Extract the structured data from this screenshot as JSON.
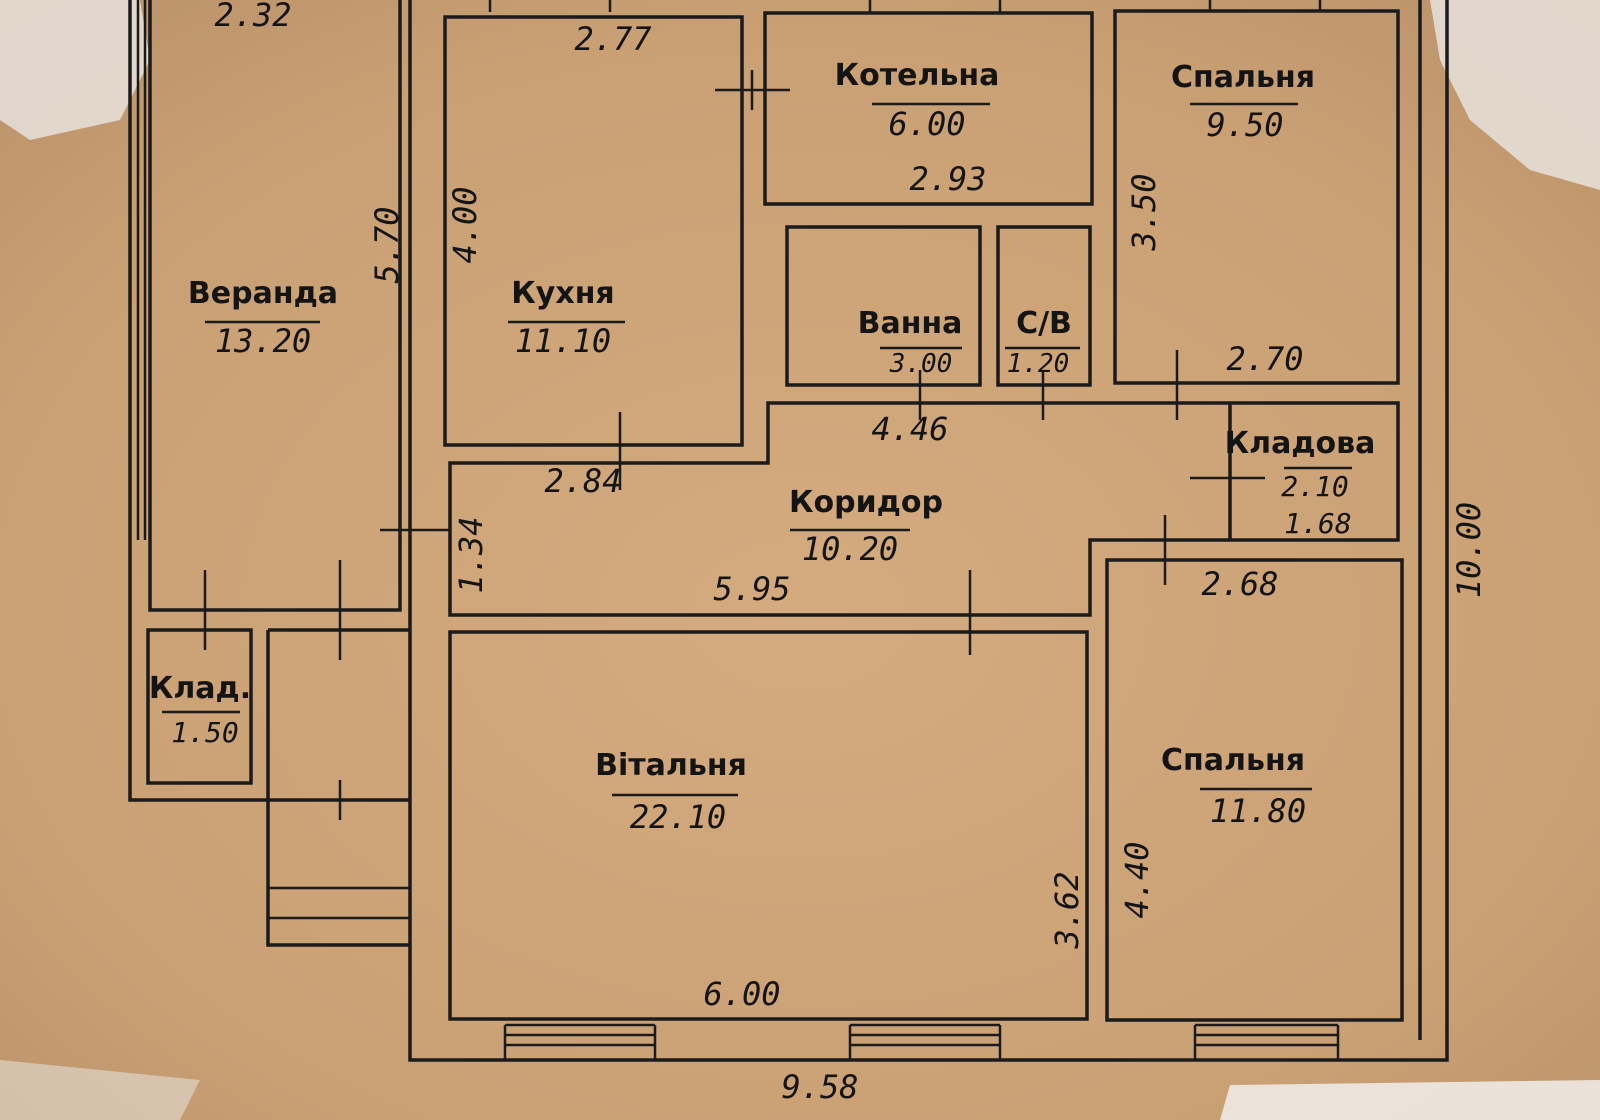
{
  "rooms": {
    "veranda": {
      "name": "Веранда",
      "area": "13.20"
    },
    "kitchen": {
      "name": "Кухня",
      "area": "11.10"
    },
    "boiler": {
      "name": "Котельна",
      "area": "6.00"
    },
    "bedroom_top": {
      "name": "Спальня",
      "area": "9.50"
    },
    "bath": {
      "name": "Ванна",
      "area": "3.00"
    },
    "wc": {
      "name": "С/В",
      "area": "1.20"
    },
    "pantry": {
      "name": "Кладова",
      "area": "2.10"
    },
    "corridor": {
      "name": "Коридор",
      "area": "10.20"
    },
    "storage_small": {
      "name": "Клад.",
      "area": "1.50"
    },
    "living": {
      "name": "Вітальня",
      "area": "22.10"
    },
    "bedroom_bottom": {
      "name": "Спальня",
      "area": "11.80"
    }
  },
  "dimensions": {
    "veranda_width": "2.32",
    "veranda_length": "5.70",
    "kitchen_width": "2.77",
    "kitchen_length": "4.00",
    "kitchen_bottom": "2.84",
    "boiler_width": "2.93",
    "bedroom_top_length": "3.50",
    "bedroom_top_width": "2.70",
    "corridor_top": "4.46",
    "corridor_side": "1.34",
    "corridor_length": "5.95",
    "pantry_width": "1.68",
    "bedroom_bottom_width": "2.68",
    "living_height": "3.62",
    "living_width": "6.00",
    "bedroom_bottom_length": "4.40",
    "house_width": "9.58",
    "house_depth": "10.00"
  }
}
